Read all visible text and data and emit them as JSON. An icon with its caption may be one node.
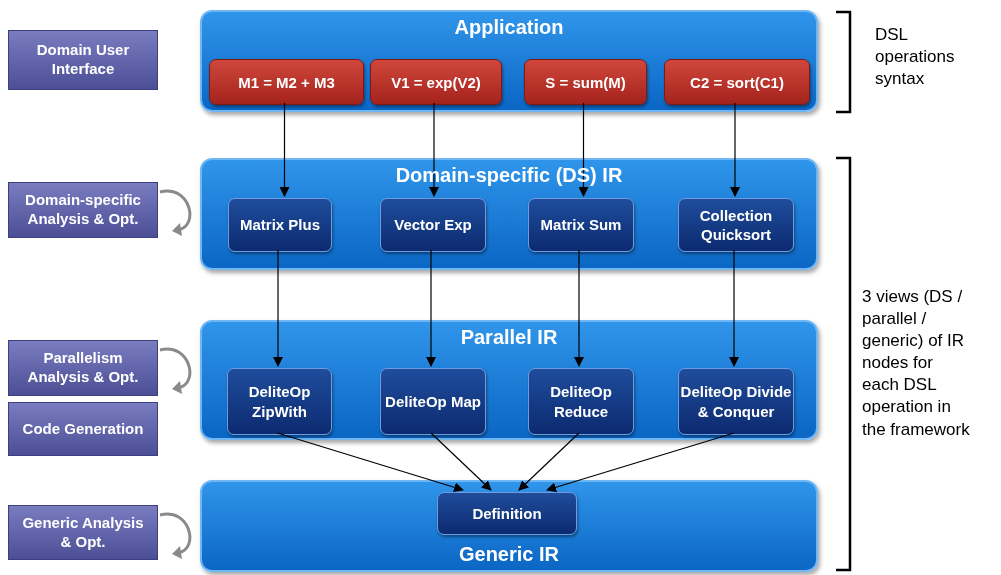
{
  "diagram": {
    "nodes": [
      {
        "text": [
          "Domain User Interface"
        ]
      },
      {
        "text": [
          "Application"
        ]
      },
      {
        "text": [
          "M1 = M2 + M3"
        ],
        "in": 1
      },
      {
        "text": [
          "V1 = exp(V2)"
        ],
        "in": 1
      },
      {
        "text": [
          "S = sum(M)"
        ],
        "in": 1
      },
      {
        "text": [
          "C2 = sort(C1)"
        ],
        "in": 1
      },
      {
        "text": [
          "Domain-specific Analysis & Opt."
        ]
      },
      {
        "text": [
          "Domain-specific (DS) IR"
        ]
      },
      {
        "text": [
          "Matrix Plus"
        ],
        "in": 7
      },
      {
        "text": [
          "Vector Exp"
        ],
        "in": 7
      },
      {
        "text": [
          "Matrix Sum"
        ],
        "in": 7
      },
      {
        "text": [
          "Collection Quicksort"
        ],
        "in": 7
      },
      {
        "text": [
          "Parallelism Analysis & Opt."
        ]
      },
      {
        "text": [
          "Code Generation"
        ]
      },
      {
        "text": [
          "Parallel IR"
        ]
      },
      {
        "text": [
          "DeliteOp ZipWith"
        ],
        "in": 14
      },
      {
        "text": [
          "DeliteOp Map"
        ],
        "in": 14
      },
      {
        "text": [
          "DeliteOp Reduce"
        ],
        "in": 14
      },
      {
        "text": [
          "DeliteOp Divide & Conquer"
        ],
        "in": 14
      },
      {
        "text": [
          "Generic Analysis & Opt."
        ]
      },
      {
        "text": [
          "Generic IR"
        ]
      },
      {
        "text": [
          "Definition"
        ],
        "in": 20
      }
    ],
    "edges": [
      {
        "from": 2,
        "to": 8,
        "arrow": "to"
      },
      {
        "from": 3,
        "to": 9,
        "arrow": "to"
      },
      {
        "from": 4,
        "to": 10,
        "arrow": "to"
      },
      {
        "from": 5,
        "to": 11,
        "arrow": "to"
      },
      {
        "from": 8,
        "to": 15,
        "arrow": "to"
      },
      {
        "from": 9,
        "to": 16,
        "arrow": "to"
      },
      {
        "from": 10,
        "to": 17,
        "arrow": "to"
      },
      {
        "from": 11,
        "to": 18,
        "arrow": "to"
      },
      {
        "from": 15,
        "to": 21,
        "arrow": "to"
      },
      {
        "from": 16,
        "to": 21,
        "arrow": "to"
      },
      {
        "from": 17,
        "to": 21,
        "arrow": "to"
      },
      {
        "from": 18,
        "to": 21,
        "arrow": "to"
      }
    ],
    "labels": [
      "DSL operations syntax",
      "3 views (DS / parallel / generic) of IR nodes for each DSL operation in the framework"
    ]
  }
}
